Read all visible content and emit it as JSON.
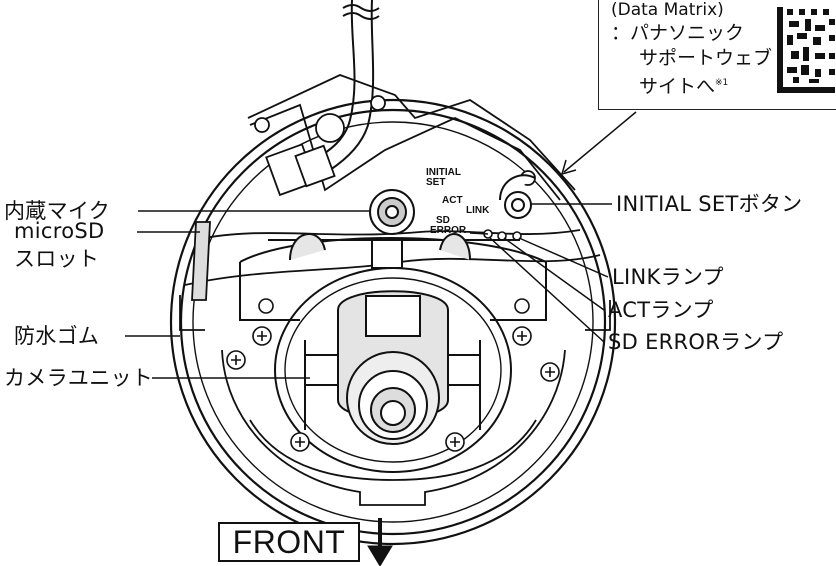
{
  "labels": {
    "mic": "内蔵マイク",
    "microsd_line1": "microSD",
    "microsd_line2": "スロット",
    "gasket": "防水ゴム",
    "camera_unit": "カメラユニット",
    "initial_set_button": "INITIAL SETボタン",
    "link_lamp": "LINKランプ",
    "act_lamp": "ACTランプ",
    "sd_error_lamp": "SD ERRORランプ"
  },
  "device_labels": {
    "initial": "INITIAL",
    "set": "SET",
    "act": "ACT",
    "link": "LINK",
    "sd": "SD",
    "error": "ERROR"
  },
  "note": {
    "line1": "(Data Matrix)",
    "line2": "：パナソニック",
    "line3": "サポートウェブ",
    "line4": "サイトへ",
    "footnote_mark": "※1"
  },
  "front_label": "FRONT",
  "colors": {
    "line": "#111111",
    "background": "#ffffff",
    "shade": "#d6d6d6"
  }
}
